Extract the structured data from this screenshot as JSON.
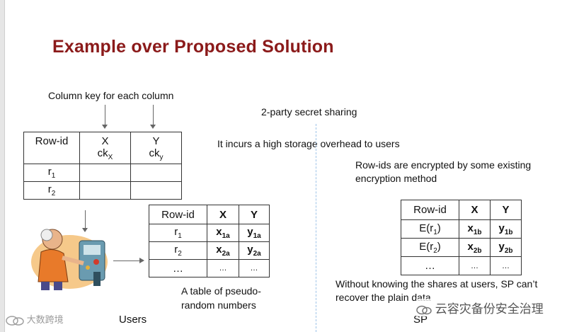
{
  "title": "Example over Proposed Solution",
  "labels": {
    "column_key": "Column key for each column",
    "secret_sharing": "2-party secret sharing",
    "storage_overhead": "It incurs a high storage overhead to users",
    "rowids_encrypted_1": "Row-ids are encrypted by some existing",
    "rowids_encrypted_2": "encryption method",
    "pseudo_1": "A table of pseudo-",
    "pseudo_2": "random numbers",
    "users": "Users",
    "sp": "SP",
    "without_1": "Without knowing the shares at users, SP can’t",
    "without_2": "recover the plain data"
  },
  "table1": {
    "header": [
      "Row-id",
      "X",
      "Y"
    ],
    "key_prefix": "ck",
    "key_x": "X",
    "key_y": "y",
    "rows": [
      {
        "base": "r",
        "sub": "1"
      },
      {
        "base": "r",
        "sub": "2"
      }
    ]
  },
  "table2": {
    "header": [
      "Row-id",
      "X",
      "Y"
    ],
    "rows": [
      {
        "id_base": "r",
        "id_sub": "1",
        "x_base": "x",
        "x_sub": "1a",
        "y_base": "y",
        "y_sub": "1a"
      },
      {
        "id_base": "r",
        "id_sub": "2",
        "x_base": "x",
        "x_sub": "2a",
        "y_base": "y",
        "y_sub": "2a"
      }
    ],
    "ellipsis_id": "…",
    "ellipsis": "…"
  },
  "table3": {
    "header": [
      "Row-id",
      "X",
      "Y"
    ],
    "rows": [
      {
        "id_pre": "E(r",
        "id_sub": "1",
        "id_post": ")",
        "x_base": "x",
        "x_sub": "1b",
        "y_base": "y",
        "y_sub": "1b"
      },
      {
        "id_pre": "E(r",
        "id_sub": "2",
        "id_post": ")",
        "x_base": "x",
        "x_sub": "2b",
        "y_base": "y",
        "y_sub": "2b"
      }
    ],
    "ellipsis_id": "…",
    "ellipsis": "…"
  },
  "watermarks": {
    "left": "大数跨境",
    "right": "云容灾备份安全治理"
  },
  "icons": [
    "users-illustration-icon",
    "wechat-logo-icon"
  ]
}
